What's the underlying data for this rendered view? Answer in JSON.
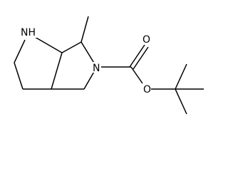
{
  "molecule": {
    "atom_labels": {
      "nh": "NH",
      "n": "N",
      "o_carbonyl": "O",
      "o_ester": "O"
    },
    "colors": {
      "bond": "#000000",
      "background": "#ffffff"
    }
  }
}
